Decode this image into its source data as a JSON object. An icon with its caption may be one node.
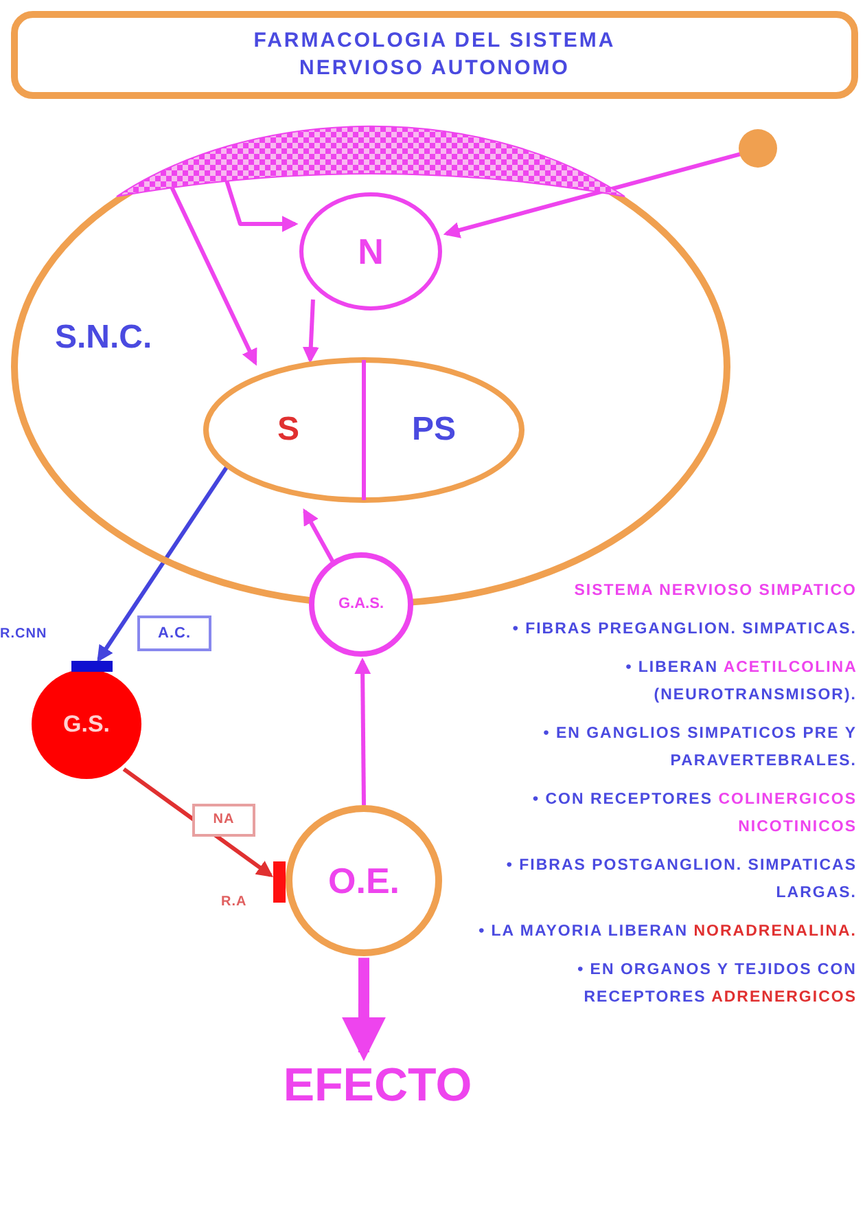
{
  "diagram": {
    "title": "FARMACOLOGIA DEL SISTEMA NERVIOSO AUTONOMO",
    "nodes": [
      {
        "text": [
          "S.N.C."
        ]
      },
      {
        "text": [],
        "shape": "band",
        "in": 0
      },
      {
        "text": [
          "N"
        ],
        "in": 0
      },
      {
        "text": [
          "S",
          "PS"
        ],
        "in": 0
      },
      {
        "text": [],
        "shape": "circle"
      },
      {
        "text": [
          "G.A.S."
        ]
      },
      {
        "text": [
          "G.S."
        ]
      },
      {
        "text": [
          "O.E."
        ]
      },
      {
        "text": [
          "EFECTO"
        ]
      }
    ],
    "edges": [
      {
        "from": 4,
        "to": 2,
        "arrow": "to"
      },
      {
        "from": 1,
        "to": 2,
        "arrow": "to"
      },
      {
        "from": 1,
        "to": 3,
        "arrow": "to"
      },
      {
        "from": 2,
        "to": 3,
        "arrow": "to"
      },
      {
        "from": 5,
        "to": 3,
        "arrow": "to"
      },
      {
        "from": 7,
        "to": 5,
        "arrow": "to"
      },
      {
        "from": 3,
        "to": 6,
        "arrow": "to",
        "color": "#4444dd"
      },
      {
        "from": 6,
        "to": 7,
        "arrow": "to",
        "color": "#e03030"
      },
      {
        "from": 7,
        "to": 8,
        "arrow": "to",
        "style": "thick"
      }
    ],
    "labels": [
      "R.CNN",
      "A.C.",
      "NA",
      "R.A",
      "SISTEMA NERVIOSO SIMPATICO",
      "• FIBRAS PREGANGLION. SIMPATICAS.",
      "• LIBERAN",
      "ACETILCOLINA",
      "(NEUROTRANSMISOR).",
      "• EN GANGLIOS SIMPATICOS PRE Y PARAVERTEBRALES.",
      "• CON RECEPTORES",
      "COLINERGICOS NICOTINICOS",
      "• FIBRAS POSTGANGLION. SIMPATICAS LARGAS.",
      "• LA MAYORIA LIBERAN",
      "NORADRENALINA.",
      "• EN ORGANOS Y TEJIDOS CON RECEPTORES",
      "ADRENERGICOS"
    ]
  }
}
